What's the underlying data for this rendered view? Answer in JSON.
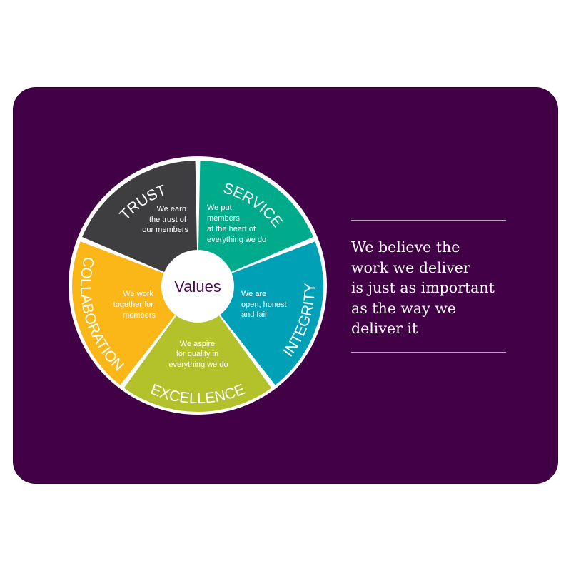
{
  "center_label": "Values",
  "segments": [
    {
      "title": "SERVICE",
      "color": "#00ab8c",
      "desc": [
        "We put",
        "members",
        "at the heart of",
        "everything we do"
      ]
    },
    {
      "title": "INTEGRITY",
      "color": "#00a1b6",
      "desc": [
        "We are",
        "open, honest",
        "and fair"
      ]
    },
    {
      "title": "EXCELLENCE",
      "color": "#b3c22b",
      "desc": [
        "We aspire",
        "for quality in",
        "everything we do"
      ]
    },
    {
      "title": "COLLABORATION",
      "color": "#fbb617",
      "desc": [
        "We work",
        "together for",
        "members"
      ]
    },
    {
      "title": "TRUST",
      "color": "#3e3e40",
      "desc": [
        "We earn",
        "the trust of",
        "our members"
      ]
    }
  ],
  "colors": {
    "background": "#420046",
    "center_text": "#4a0a50"
  },
  "statement": [
    "We believe the",
    "work we deliver",
    "is just as important",
    "as the way we",
    "deliver it"
  ]
}
